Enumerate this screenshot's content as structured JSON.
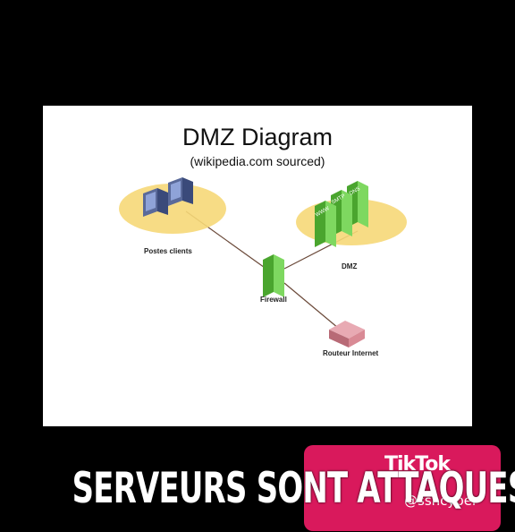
{
  "diagram": {
    "title": "DMZ Diagram",
    "subtitle": "(wikipedia.com sourced)",
    "nodes": {
      "clients": "Postes clients",
      "dmz": "DMZ",
      "firewall": "Firewall",
      "router": "Routeur Internet",
      "server_www": "WWW",
      "server_smtp": "SMTP",
      "server_dns": "DNS"
    }
  },
  "caption": "SERVEURS SONT ATTAQUES",
  "tiktok": {
    "logo": "TikTok",
    "handle": "@ssncyber"
  },
  "colors": {
    "background": "#000000",
    "slide": "#ffffff",
    "zone_fill": "#f6d878",
    "server_green": "#6cc64a",
    "router_pink": "#d98a95",
    "link": "#6b4a3a",
    "badge": "#d9195c"
  }
}
